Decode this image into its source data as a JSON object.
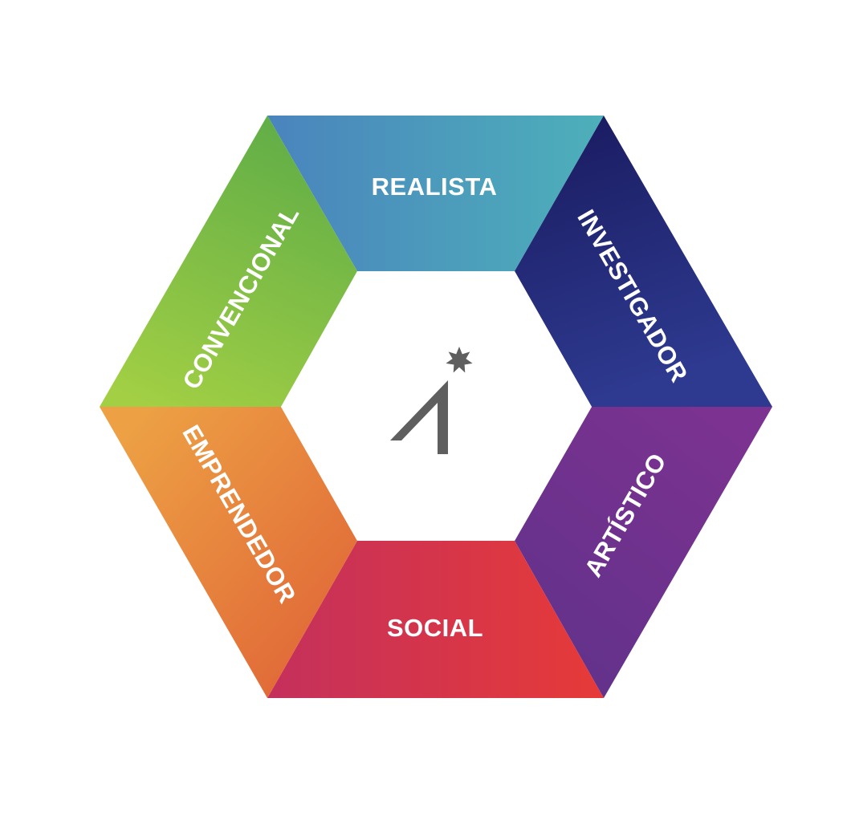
{
  "diagram": {
    "segments": [
      {
        "id": "realista",
        "label": "REALISTA",
        "colors": [
          "#4a84bd",
          "#4db0ba"
        ]
      },
      {
        "id": "investigador",
        "label": "INVESTIGADOR",
        "colors": [
          "#191a5e",
          "#2e3a90"
        ]
      },
      {
        "id": "artistico",
        "label": "ARTÍSTICO",
        "colors": [
          "#7b3290",
          "#5e328a"
        ]
      },
      {
        "id": "social",
        "label": "SOCIAL",
        "colors": [
          "#c4305c",
          "#e63a38"
        ]
      },
      {
        "id": "emprendedor",
        "label": "EMPRENDEDOR",
        "colors": [
          "#eda044",
          "#e06637"
        ]
      },
      {
        "id": "convencional",
        "label": "CONVENCIONAL",
        "colors": [
          "#62ae47",
          "#a2cf44"
        ]
      }
    ],
    "center_logo": {
      "icon": "logo-icon",
      "color": "#5f5f5f"
    }
  }
}
